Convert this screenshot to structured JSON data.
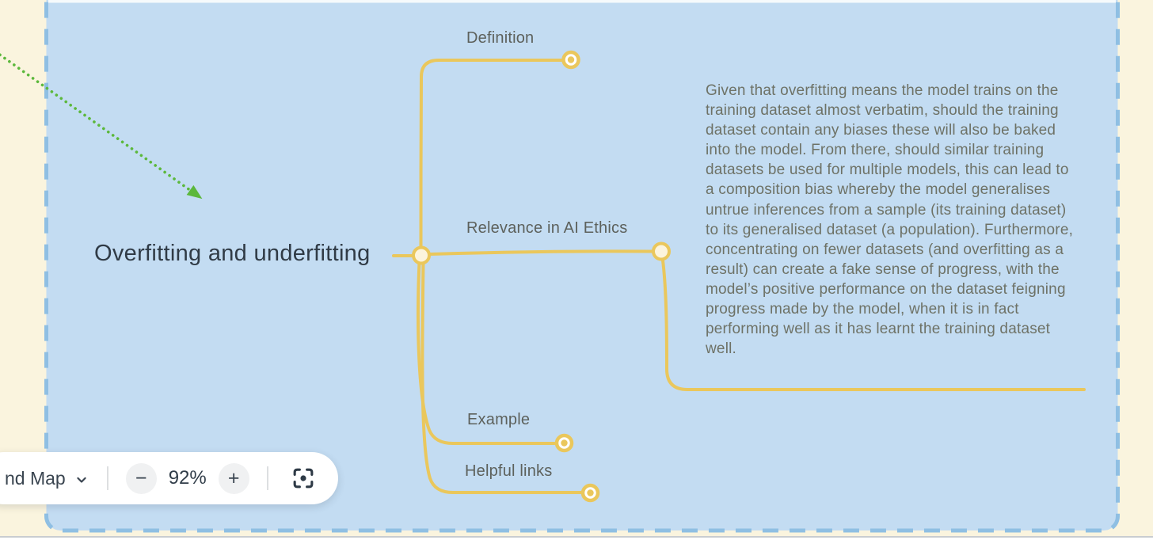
{
  "toolbar": {
    "map_type_label": "nd Map",
    "zoom_out_label": "−",
    "zoom_level": "92%",
    "zoom_in_label": "+"
  },
  "mindmap": {
    "root": {
      "label": "Overfitting and underfitting"
    },
    "branches": [
      {
        "label": "Definition",
        "collapsed": true
      },
      {
        "label": "Relevance in AI Ethics",
        "collapsed": false,
        "note": "Given that overfitting means the model trains on the training dataset almost verbatim, should the training dataset contain any biases these will also be baked into the model. From there, should similar training datasets be used for multiple models, this can lead to a composition bias whereby the model generalises untrue inferences from a sample (its training dataset) to its generalised dataset (a population). Furthermore, concentrating on fewer datasets (and overfitting as a result) can create a fake sense of progress, with the model’s positive performance on the dataset feigning progress made by the model, when it is in fact performing well as it has learnt the training dataset well."
      },
      {
        "label": "Example",
        "collapsed": true
      },
      {
        "label": "Helpful links",
        "collapsed": true
      }
    ]
  },
  "colors": {
    "background_cream": "#FAF4DE",
    "panel_fill": "#C3DCF2",
    "panel_border": "#8FBFE3",
    "branch_yellow": "#EAC75C",
    "node_fill_cream": "#FCF4DC",
    "arrow_green": "#5CB83C",
    "title_text": "#303B46",
    "label_text": "#5D615C",
    "note_text": "#6E7266"
  }
}
